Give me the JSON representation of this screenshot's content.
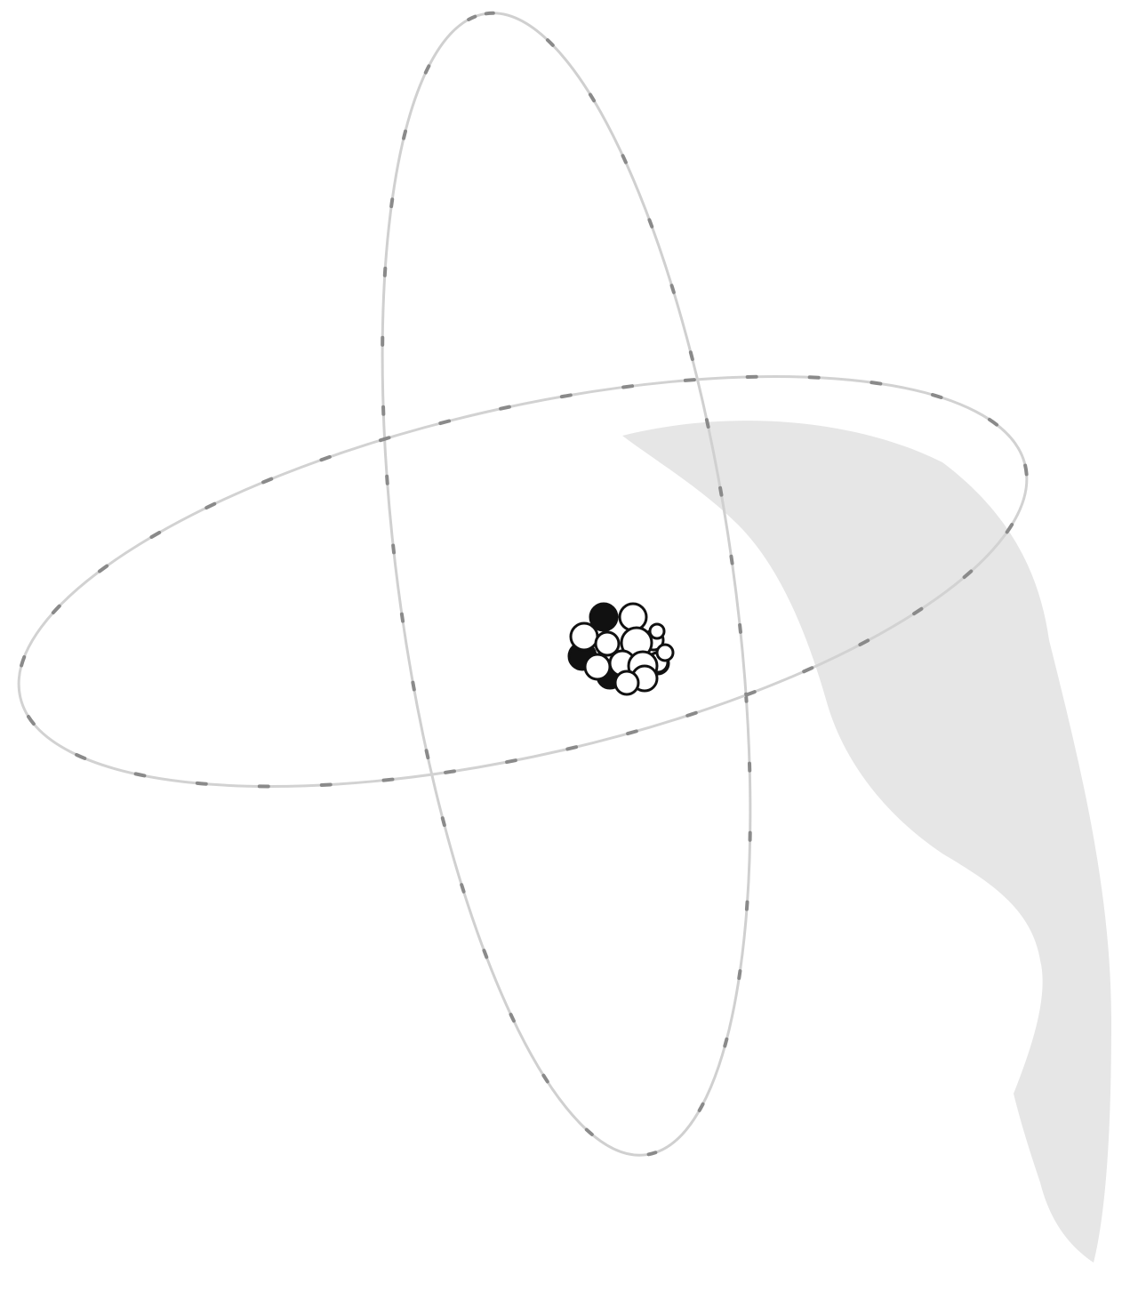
{
  "diagram": {
    "kind": "atom-model",
    "orbits": [
      {
        "orientation": "vertical",
        "stroke": "#cfcfcf",
        "accent_stroke": "#8a8a8a"
      },
      {
        "orientation": "horizontal",
        "stroke": "#d2d2d2",
        "accent_stroke": "#8a8a8a"
      }
    ],
    "nucleus": {
      "protons": 5,
      "neutrons": 12,
      "proton_color": "#111111",
      "neutron_color": "#ffffff",
      "outline_color": "#111111"
    },
    "shadow": {
      "color": "#e6e6e6"
    },
    "background": "#ffffff"
  }
}
